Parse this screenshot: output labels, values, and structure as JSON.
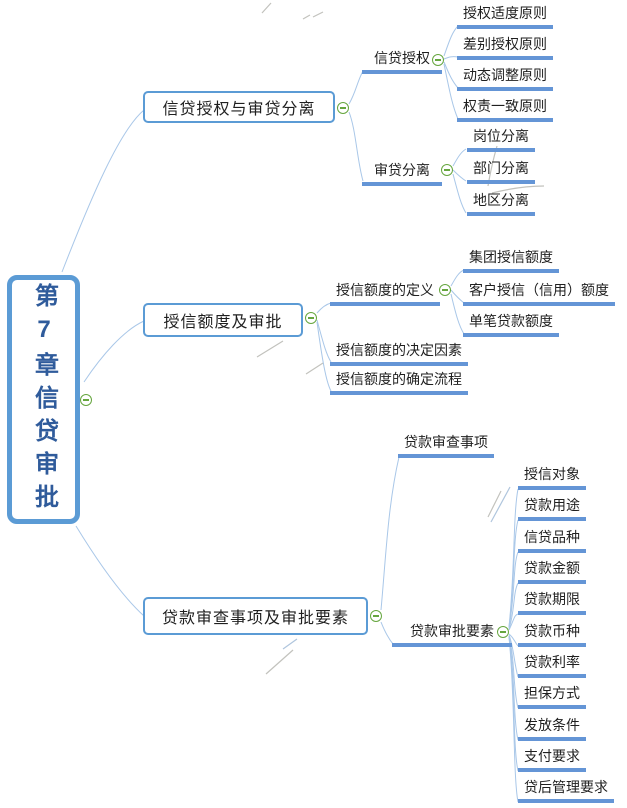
{
  "colors": {
    "node_border": "#5B9BD5",
    "root_text": "#2F5B9B",
    "branch_underline": "#6495D6",
    "connector": "#A9C7E8",
    "collapse_green": "#66A63F",
    "text": "#1F1F1F",
    "scribble_gray": "#B3B3AD"
  },
  "mindmap": {
    "root": {
      "label": "第7章信贷审批"
    },
    "branches": [
      {
        "label": "信贷授权与审贷分离",
        "children": [
          {
            "label": "信贷授权",
            "children": [
              {
                "label": "授权适度原则"
              },
              {
                "label": "差别授权原则"
              },
              {
                "label": "动态调整原则"
              },
              {
                "label": "权责一致原则"
              }
            ]
          },
          {
            "label": "审贷分离",
            "children": [
              {
                "label": "岗位分离"
              },
              {
                "label": "部门分离"
              },
              {
                "label": "地区分离"
              }
            ]
          }
        ]
      },
      {
        "label": "授信额度及审批",
        "children": [
          {
            "label": "授信额度的定义",
            "children": [
              {
                "label": "集团授信额度"
              },
              {
                "label": "客户授信（信用）额度"
              },
              {
                "label": "单笔贷款额度"
              }
            ]
          },
          {
            "label": "授信额度的决定因素",
            "children": []
          },
          {
            "label": "授信额度的确定流程",
            "children": []
          }
        ]
      },
      {
        "label": "贷款审查事项及审批要素",
        "children": [
          {
            "label": "贷款审查事项",
            "children": []
          },
          {
            "label": "贷款审批要素",
            "children": [
              {
                "label": "授信对象"
              },
              {
                "label": "贷款用途"
              },
              {
                "label": "信贷品种"
              },
              {
                "label": "贷款金额"
              },
              {
                "label": "贷款期限"
              },
              {
                "label": "贷款币种"
              },
              {
                "label": "贷款利率"
              },
              {
                "label": "担保方式"
              },
              {
                "label": "发放条件"
              },
              {
                "label": "支付要求"
              },
              {
                "label": "贷后管理要求"
              }
            ]
          }
        ]
      }
    ]
  }
}
